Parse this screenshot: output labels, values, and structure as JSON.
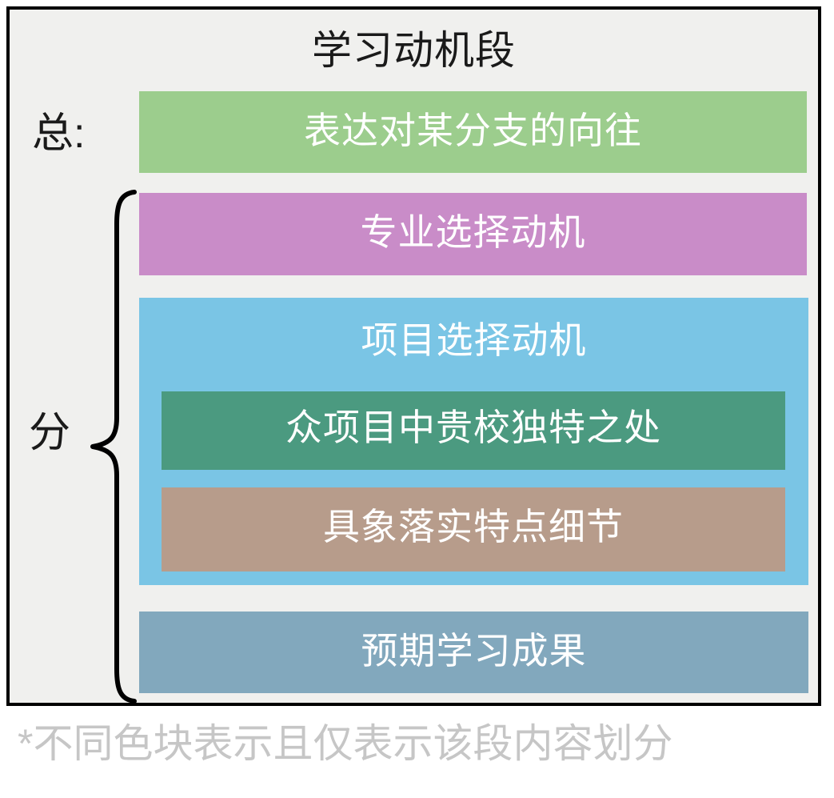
{
  "diagram": {
    "title": "学习动机段",
    "footnote": "*不同色块表示且仅表示该段内容划分",
    "labels": {
      "total": "总:",
      "parts": "分"
    },
    "blocks": [
      {
        "key": "overall",
        "text": "表达对某分支的向往",
        "color": "#9ccd8d",
        "role": "总 (overall statement)"
      },
      {
        "key": "major_motivation",
        "text": "专业选择动机",
        "color": "#c98cc8",
        "role": "分 (sub point 1)"
      },
      {
        "key": "program_motivation",
        "text": "项目选择动机",
        "color": "#7ac5e5",
        "role": "分 (sub point 2, container)"
      },
      {
        "key": "uniqueness",
        "text": "众项目中贵校独特之处",
        "color": "#4b9a80",
        "role": "nested under 项目选择动机"
      },
      {
        "key": "concrete_details",
        "text": "具象落实特点细节",
        "color": "#b79c8b",
        "role": "nested under 项目选择动机"
      },
      {
        "key": "expected_outcome",
        "text": "预期学习成果",
        "color": "#82a8bd",
        "role": "分 (sub point 3)"
      }
    ],
    "brace": {
      "name": "curly-brace",
      "orientation": "left-pointing",
      "groups": "专业选择动机 / 项目选择动机 / 预期学习成果"
    },
    "colors": {
      "frame": "#000000",
      "panel_background": "#f0f0ee",
      "page_background": "#ffffff",
      "footnote_text": "#c6c6c6",
      "title_text": "#1a1a1a",
      "block_text": "#ffffff"
    }
  }
}
